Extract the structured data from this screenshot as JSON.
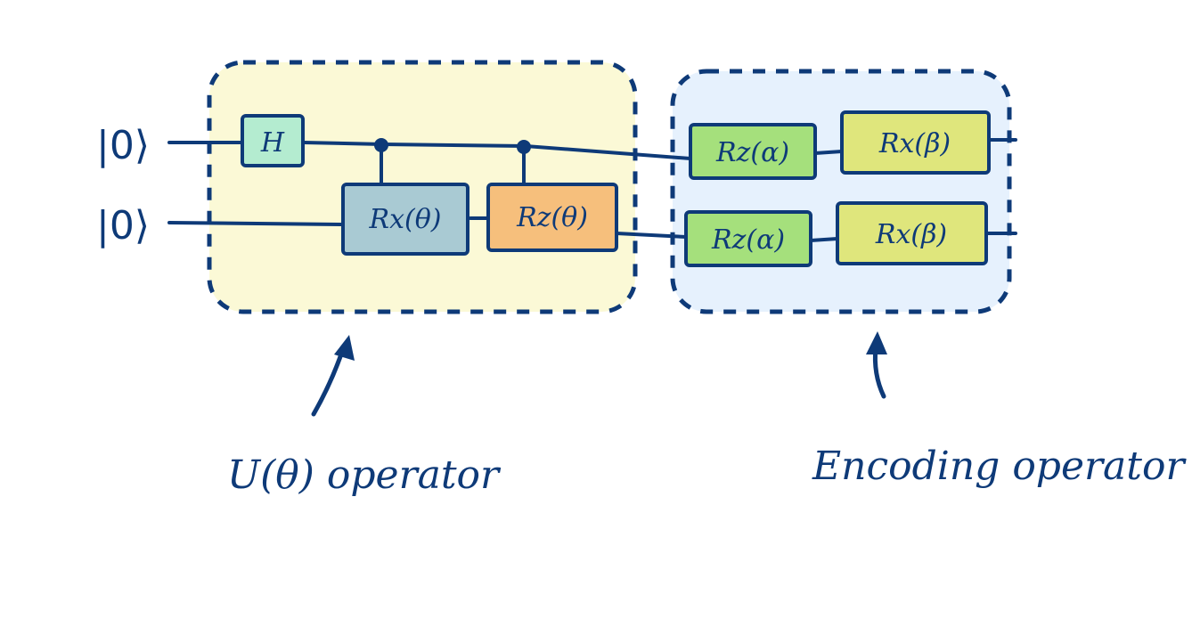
{
  "colors": {
    "ink": "#0e3a78",
    "u_region": "#fbf9d6",
    "encoding_region": "#e6f1fd",
    "h_gate": "#b4ecd0",
    "rx_theta_gate": "#a9cad3",
    "rz_theta_gate": "#f6bf7c",
    "rz_alpha_gate": "#a5e07c",
    "rx_beta_gate": "#dfe67c"
  },
  "qubits": [
    {
      "state": "|0⟩"
    },
    {
      "state": "|0⟩"
    }
  ],
  "gates": {
    "h": "H",
    "rx_theta": "Rx(θ)",
    "rz_theta": "Rz(θ)",
    "rz_alpha_top": "Rz(α)",
    "rx_beta_top": "Rx(β)",
    "rz_alpha_bottom": "Rz(α)",
    "rx_beta_bottom": "Rx(β)"
  },
  "labels": {
    "u_operator": "U(θ) operator",
    "encoding_operator": "Encoding operator"
  },
  "icons": [
    "control-dot-icon",
    "arrow-up-icon"
  ]
}
